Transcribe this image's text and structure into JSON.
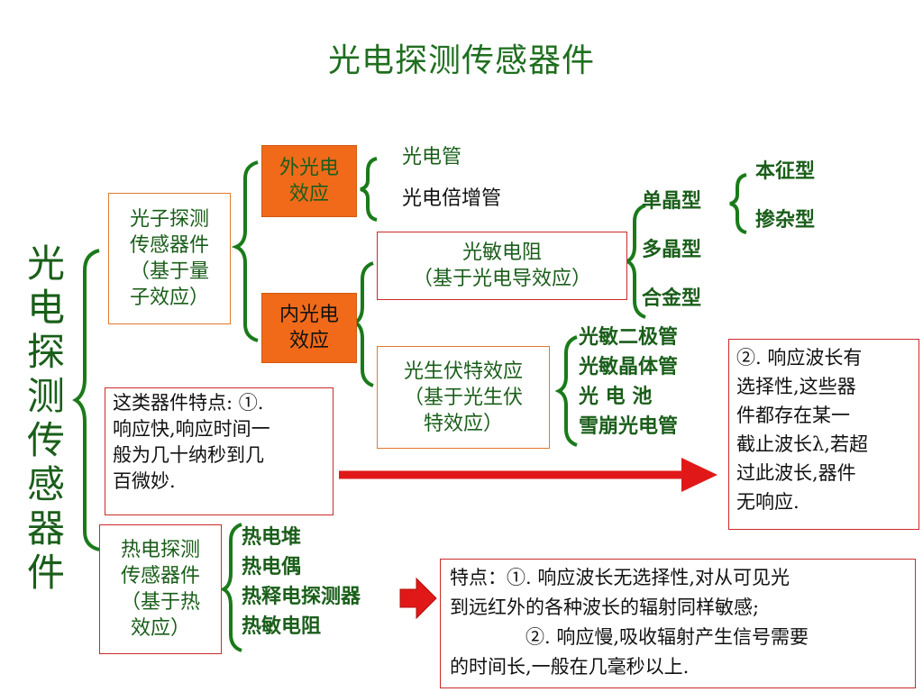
{
  "title": "光电探测传感器件",
  "vertical_title": [
    "光",
    "电",
    "探",
    "测",
    "传",
    "感",
    "器",
    "件"
  ],
  "photon_box": [
    "光子探测",
    "传感器件",
    "（基于量",
    "子效应）"
  ],
  "external_box": [
    "外光电",
    "效应"
  ],
  "internal_box": [
    "内光电",
    "效应"
  ],
  "external_items": [
    "光电管",
    "光电倍增管"
  ],
  "photoresistor_box": [
    "光敏电阻",
    "（基于光电导效应）"
  ],
  "crystal_types": [
    "单晶型",
    "多晶型",
    "合金型"
  ],
  "single_crystal_subtypes": [
    "本征型",
    "掺杂型"
  ],
  "photovoltaic_box": [
    "光生伏特效应",
    "（基于光生伏",
    "特效应）"
  ],
  "photovoltaic_items": [
    "光敏二极管",
    "光敏晶体管",
    "光 电 池",
    "雪崩光电管"
  ],
  "photon_features": [
    "这类器件特点: ①.",
    "响应快,响应时间一",
    "般为几十纳秒到几",
    "百微妙."
  ],
  "photon_features2": [
    "②. 响应波长有",
    "选择性,这些器",
    "件都存在某一",
    "截止波长λ,若超",
    "过此波长,器件",
    "无响应."
  ],
  "thermal_box": [
    "热电探测",
    "传感器件",
    "（基于热",
    "效应）"
  ],
  "thermal_items": [
    "热电堆",
    "热电偶",
    "热释电探测器",
    "热敏电阻"
  ],
  "thermal_features": [
    "特点：①. 响应波长无选择性,对从可见光",
    "到远红外的各种波长的辐射同样敏感;",
    "②. 响应慢,吸收辐射产生信号需要",
    "的时间长,一般在几毫秒以上."
  ],
  "colors": {
    "accent_green": "#1a5e1a",
    "orange_fill": "#f06a1a",
    "arrow_red": "#e01818"
  }
}
